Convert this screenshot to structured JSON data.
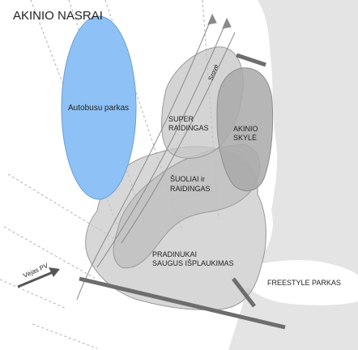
{
  "title": "AKINIO NASRAI",
  "zones": {
    "bus_parking": "Autobusu parkas",
    "super": "SUPER",
    "super_line2": "RAIDINGAS",
    "eye_line1": "AKINIO",
    "eye_line2": "SKYLĖ",
    "jumps_line1": "ŠUOLIAI ir",
    "jumps_line2": "RAIDINGAS",
    "beginners_line1": "PRADINUKAI",
    "beginners_line2": "SAUGUS IŠPLAUKIMAS",
    "freestyle": "FREESTYLE PARKAS"
  },
  "flow_label": "Srovė",
  "wind_label": "Vėjas PV",
  "colors": {
    "bus_parking_fill": "#8ec1f5",
    "zone_fill": "#c6c6c6",
    "shore": "#e4e4e4",
    "outline": "#9a9a9a",
    "bar": "#707070"
  }
}
